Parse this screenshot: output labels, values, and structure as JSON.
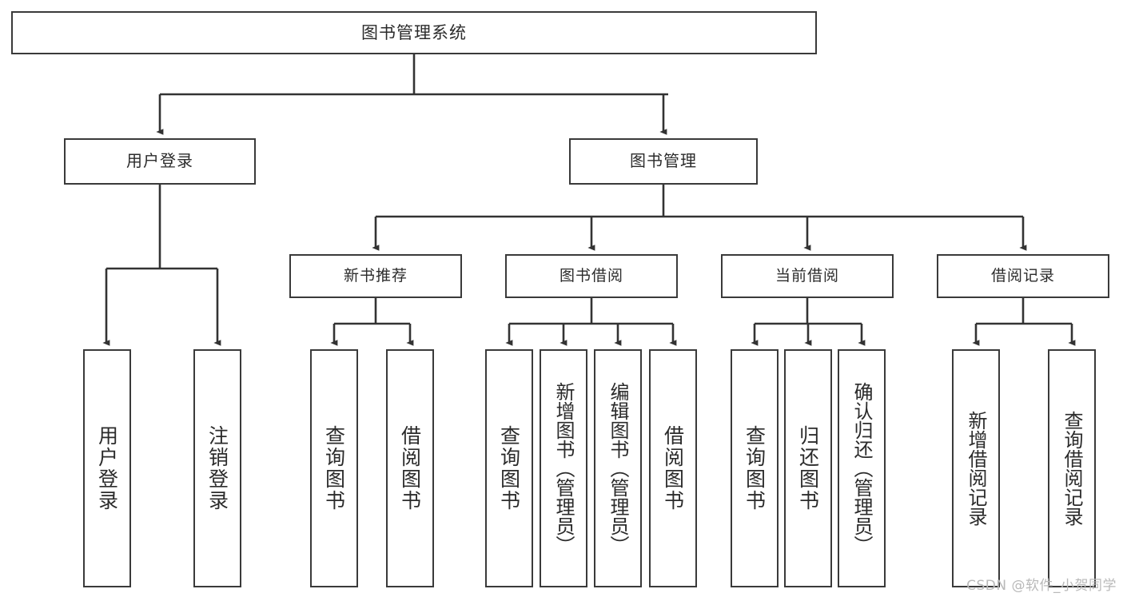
{
  "diagram": {
    "title": "图书管理系统",
    "type": "tree-hierarchy",
    "root": {
      "id": "root",
      "label": "图书管理系统"
    },
    "level1": [
      {
        "id": "user-login",
        "label": "用户登录"
      },
      {
        "id": "book-manage",
        "label": "图书管理"
      }
    ],
    "level2": [
      {
        "id": "new-book",
        "label": "新书推荐"
      },
      {
        "id": "borrow",
        "label": "图书借阅"
      },
      {
        "id": "current",
        "label": "当前借阅"
      },
      {
        "id": "record",
        "label": "借阅记录"
      }
    ],
    "leaves": {
      "user_login": [
        {
          "id": "leaf-user-login",
          "label": "用户登录"
        },
        {
          "id": "leaf-user-logout",
          "label": "注销登录"
        }
      ],
      "new_book": [
        {
          "id": "leaf-query-book-1",
          "label": "查询图书"
        },
        {
          "id": "leaf-borrow-book-1",
          "label": "借阅图书"
        }
      ],
      "borrow": [
        {
          "id": "leaf-query-book-2",
          "label": "查询图书"
        },
        {
          "id": "leaf-add-book",
          "label": "新增图书（管理员）"
        },
        {
          "id": "leaf-edit-book",
          "label": "编辑图书（管理员）"
        },
        {
          "id": "leaf-borrow-book-2",
          "label": "借阅图书"
        }
      ],
      "current": [
        {
          "id": "leaf-query-book-3",
          "label": "查询图书"
        },
        {
          "id": "leaf-return-book",
          "label": "归还图书"
        },
        {
          "id": "leaf-confirm-return",
          "label": "确认归还（管理员）"
        }
      ],
      "record": [
        {
          "id": "leaf-add-record",
          "label": "新增借阅记录"
        },
        {
          "id": "leaf-query-record",
          "label": "查询借阅记录"
        }
      ]
    }
  },
  "watermark": {
    "text": "CSDN @软件_小贺同学"
  },
  "colors": {
    "border": "#3a3a3a",
    "edge": "#333333",
    "text": "#2b2b2b",
    "background": "#ffffff",
    "watermark": "#b9b9b9"
  }
}
